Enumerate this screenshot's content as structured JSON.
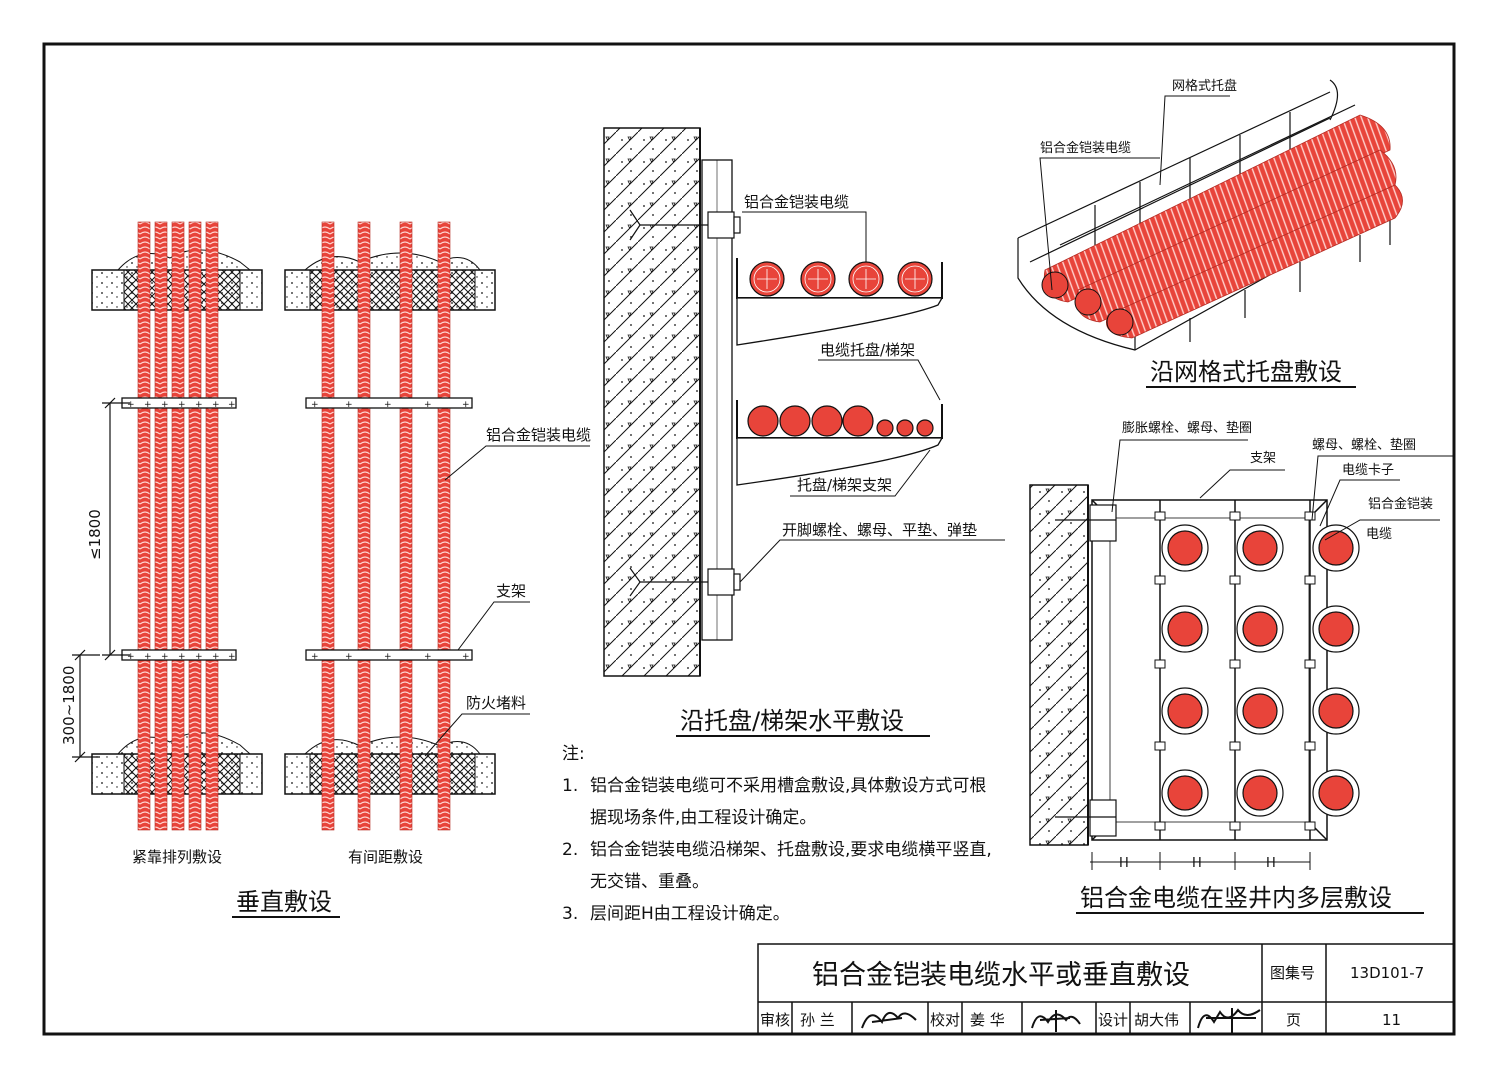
{
  "sections": {
    "vertical": {
      "caption": "垂直敷设",
      "sub_left": "紧靠排列敷设",
      "sub_right": "有间距敷设",
      "labels": {
        "cable": "铝合金铠装电缆",
        "bracket": "支架",
        "fireproof": "防火堵料",
        "dim_top": "≤1800",
        "dim_bottom": "300~1800"
      }
    },
    "tray": {
      "caption": "沿托盘/梯架水平敷设",
      "labels": {
        "cable": "铝合金铠装电缆",
        "tray": "电缆托盘/梯架",
        "support": "托盘/梯架支架",
        "bolt": "开脚螺栓、螺母、平垫、弹垫"
      }
    },
    "mesh": {
      "caption": "沿网格式托盘敷设",
      "labels": {
        "mesh_tray": "网格式托盘",
        "cable": "铝合金铠装电缆"
      }
    },
    "shaft": {
      "caption": "铝合金电缆在竖井内多层敷设",
      "labels": {
        "expansion_bolt": "膨胀螺栓、螺母、垫圈",
        "bracket": "支架",
        "nut": "螺母、螺栓、垫圈",
        "clip": "电缆卡子",
        "cable_line1": "铝合金铠装",
        "cable_line2": "电缆",
        "spacing": "H"
      }
    }
  },
  "notes": {
    "heading": "注:",
    "items": [
      {
        "num": "1.",
        "lines": [
          "铝合金铠装电缆可不采用槽盒敷设,具体敷设方式可根",
          "据现场条件,由工程设计确定。"
        ]
      },
      {
        "num": "2.",
        "lines": [
          "铝合金铠装电缆沿梯架、托盘敷设,要求电缆横平竖直,",
          "无交错、重叠。"
        ]
      },
      {
        "num": "3.",
        "lines": [
          "层间距H由工程设计确定。"
        ]
      }
    ]
  },
  "title_block": {
    "title": "铝合金铠装电缆水平或垂直敷设",
    "atlas_label": "图集号",
    "atlas_value": "13D101-7",
    "page_label": "页",
    "page_value": "11",
    "review_label": "审核",
    "review_name": "孙 兰",
    "check_label": "校对",
    "check_name": "姜 华",
    "design_label": "设计",
    "design_name": "胡大伟"
  },
  "colors": {
    "cable": "#e8443a",
    "cable_dark": "#b42a22",
    "line": "#111111"
  }
}
